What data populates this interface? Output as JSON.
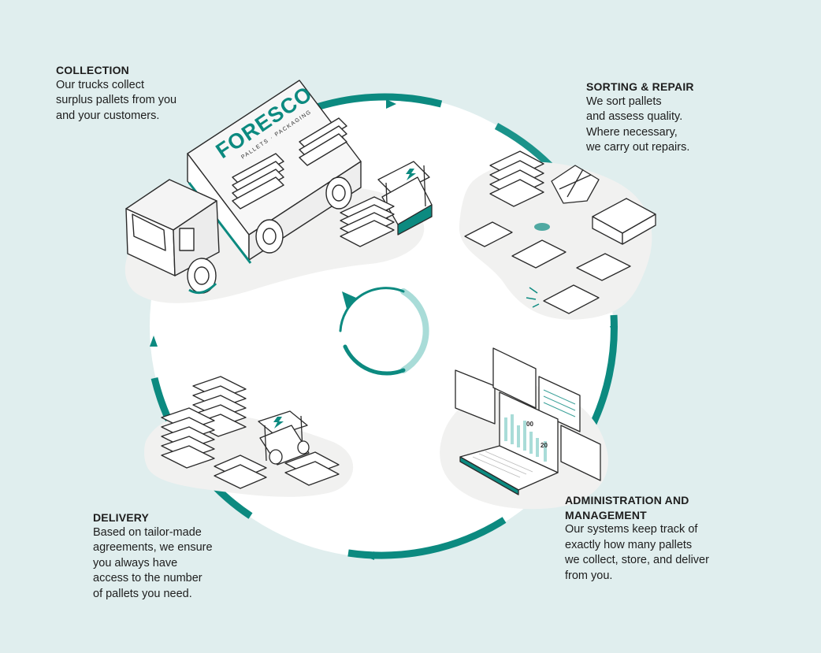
{
  "brand": {
    "logo_text": "FORESCO",
    "logo_subtext": "PALLETS · PACKAGING",
    "accent_color": "#0c8a80",
    "light_accent_color": "#a9dcd8",
    "background_color": "#e0eeee"
  },
  "stages": [
    {
      "title": "COLLECTION",
      "body": "Our trucks collect\nsurplus pallets from you\nand your customers."
    },
    {
      "title": "SORTING & REPAIR",
      "body": "We sort pallets\nand assess quality.\nWhere necessary,\nwe carry out repairs."
    },
    {
      "title": "ADMINISTRATION AND\nMANAGEMENT",
      "body": "Our systems keep track of\nexactly how many pallets\nwe collect, store, and deliver\nfrom you."
    },
    {
      "title": "DELIVERY",
      "body": "Based on tailor-made\nagreements, we ensure\nyou always have\naccess to the number\nof pallets you need."
    }
  ],
  "dashboard_labels": {
    "big_value": "00",
    "small_value": "20"
  },
  "icons": [
    "cycle-arrow-icon",
    "lightning-icon"
  ]
}
